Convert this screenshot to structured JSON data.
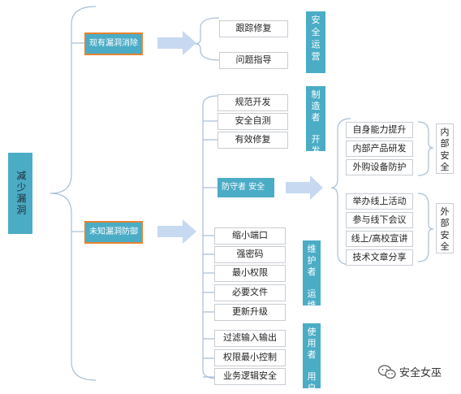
{
  "root": "减少漏洞",
  "branches": [
    {
      "label": "现有漏洞消除"
    },
    {
      "label": "未知漏洞防御"
    }
  ],
  "existing_items": [
    "跟踪修复",
    "问题指导"
  ],
  "existing_side": [
    "安",
    "全",
    "运",
    "营"
  ],
  "dev_items": [
    "规范开发",
    "安全自测",
    "有效修复"
  ],
  "dev_side": [
    "制",
    "造",
    "者",
    "",
    "开",
    "发"
  ],
  "defender_label": "防守者 安全",
  "internal_items": [
    "自身能力提升",
    "内部产品研发",
    "外购设备防护"
  ],
  "internal_label": [
    "内",
    "部",
    "安",
    "全"
  ],
  "external_items": [
    "举办线上活动",
    "参与线下会议",
    "线上/高校宣讲",
    "技术文章分享"
  ],
  "external_label": [
    "外",
    "部",
    "安",
    "全"
  ],
  "ops_items": [
    "缩小端口",
    "强密码",
    "最小权限",
    "必要文件",
    "更新升级"
  ],
  "ops_side": [
    "维",
    "护",
    "者",
    "",
    "运",
    "维"
  ],
  "user_items": [
    "过滤输入输出",
    "权限最小控制",
    "业务逻辑安全"
  ],
  "user_side": [
    "使",
    "用",
    "者",
    "",
    "用",
    "户"
  ],
  "watermark": "安全女巫",
  "colors": {
    "teal": "#4bacc6",
    "gray_box": "#c7d0d8",
    "orange_border": "#e8822e",
    "arrow": "#c6d9f1"
  }
}
